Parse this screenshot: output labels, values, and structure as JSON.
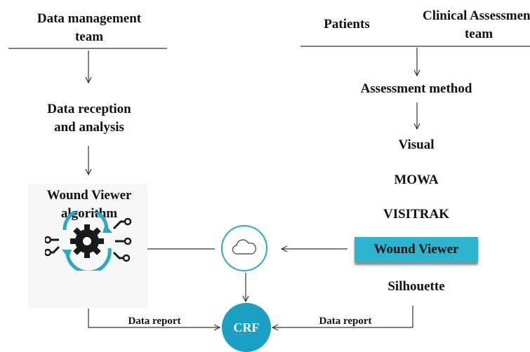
{
  "left": {
    "team": "Data management\nteam",
    "reception": "Data reception\nand analysis",
    "algorithm": "Wound Viewer\nalgorithm"
  },
  "right": {
    "patients": "Patients",
    "clinical_team": "Clinical Assessment\nteam",
    "method": "Assessment method",
    "options": [
      "Visual",
      "MOWA",
      "VISITRAK",
      "Wound Viewer",
      "Silhouette"
    ]
  },
  "center": {
    "crf": "CRF",
    "cloud_icon": "cloud-icon"
  },
  "flows": {
    "left_report": "Data report",
    "right_report": "Data report"
  },
  "colors": {
    "accent": "#2fb4cf",
    "crf": "#1aa0c2",
    "gear": "#1a1a1a"
  }
}
